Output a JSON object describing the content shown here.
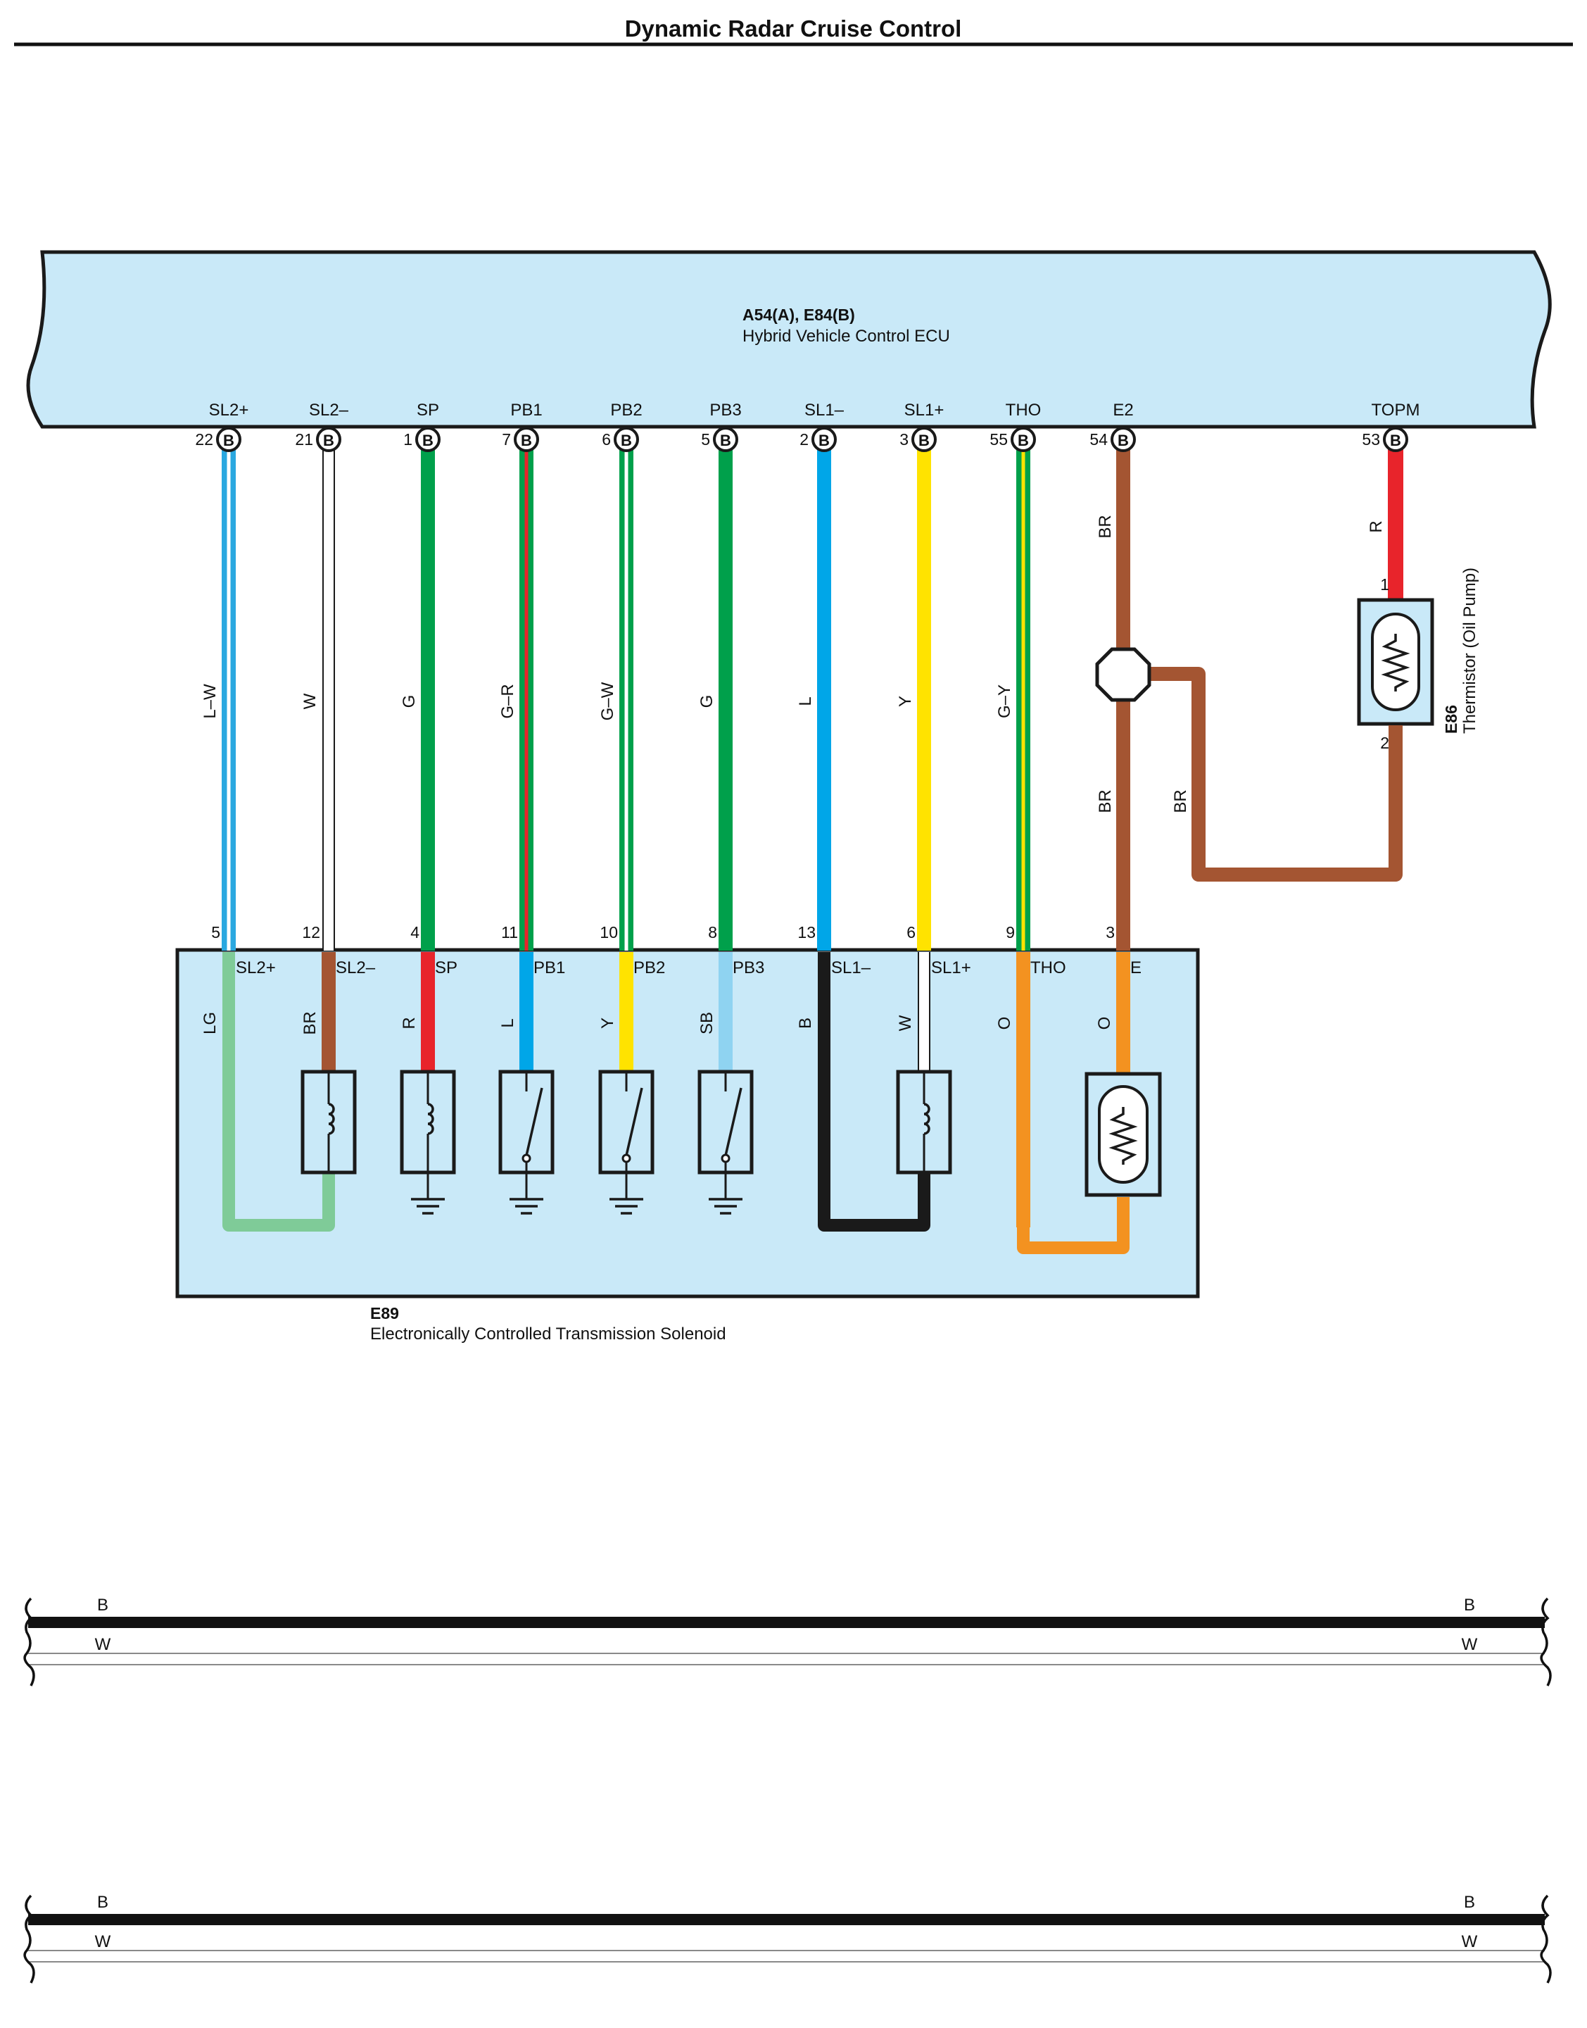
{
  "title": "Dynamic Radar Cruise Control",
  "ecu": {
    "connectors": "A54(A), E84(B)",
    "name": "Hybrid Vehicle Control ECU",
    "connector_letter": "B",
    "terminals": [
      {
        "name": "SL2+",
        "pin": "22",
        "wire": "L–W",
        "color": "#2aa8e0",
        "stripe": "#ffffff"
      },
      {
        "name": "SL2–",
        "pin": "21",
        "wire": "W",
        "color": "#ffffff",
        "stripe": null
      },
      {
        "name": "SP",
        "pin": "1",
        "wire": "G",
        "color": "#00a04b",
        "stripe": null
      },
      {
        "name": "PB1",
        "pin": "7",
        "wire": "G–R",
        "color": "#00a04b",
        "stripe": "#e8242b"
      },
      {
        "name": "PB2",
        "pin": "6",
        "wire": "G–W",
        "color": "#00a04b",
        "stripe": "#ffffff"
      },
      {
        "name": "PB3",
        "pin": "5",
        "wire": "G",
        "color": "#00a04b",
        "stripe": null
      },
      {
        "name": "SL1–",
        "pin": "2",
        "wire": "L",
        "color": "#00a6e8",
        "stripe": null
      },
      {
        "name": "SL1+",
        "pin": "3",
        "wire": "Y",
        "color": "#ffe300",
        "stripe": null
      },
      {
        "name": "THO",
        "pin": "55",
        "wire": "G–Y",
        "color": "#00a04b",
        "stripe": "#ffe300"
      },
      {
        "name": "E2",
        "pin": "54",
        "wire": "BR",
        "color": "#a45532",
        "stripe": null
      },
      {
        "name": "TOPM",
        "pin": "53",
        "wire": "R",
        "color": "#e8242b",
        "stripe": null
      }
    ]
  },
  "thermistor": {
    "connector": "E86",
    "name": "Thermistor (Oil Pump)",
    "pin_top": "1",
    "pin_bottom": "2",
    "return_wire": "BR",
    "splice_lower_wire": "BR"
  },
  "solenoid": {
    "connector": "E89",
    "name": "Electronically Controlled Transmission Solenoid",
    "terminals": [
      {
        "pin": "5",
        "name": "SL2+",
        "inner_wire": "LG",
        "inner_color": "#7fcb98"
      },
      {
        "pin": "12",
        "name": "SL2–",
        "inner_wire": "BR",
        "inner_color": "#a45532"
      },
      {
        "pin": "4",
        "name": "SP",
        "inner_wire": "R",
        "inner_color": "#e8242b"
      },
      {
        "pin": "11",
        "name": "PB1",
        "inner_wire": "L",
        "inner_color": "#00a6e8"
      },
      {
        "pin": "10",
        "name": "PB2",
        "inner_wire": "Y",
        "inner_color": "#ffe300"
      },
      {
        "pin": "8",
        "name": "PB3",
        "inner_wire": "SB",
        "inner_color": "#8fd3f1"
      },
      {
        "pin": "13",
        "name": "SL1–",
        "inner_wire": "B",
        "inner_color": "#1a1a1a"
      },
      {
        "pin": "6",
        "name": "SL1+",
        "inner_wire": "W",
        "inner_color": "#ffffff"
      },
      {
        "pin": "9",
        "name": "THO",
        "inner_wire": "O",
        "inner_color": "#f39220"
      },
      {
        "pin": "3",
        "name": "E",
        "inner_wire": "O",
        "inner_color": "#f39220"
      }
    ]
  },
  "buses": [
    {
      "top_label": "B",
      "bottom_label": "W"
    },
    {
      "top_label": "B",
      "bottom_label": "W"
    }
  ],
  "colors": {
    "ecu_fill": "#c9e9f8",
    "solenoid_fill": "#c9e9f8",
    "outline": "#1a1a1a"
  }
}
